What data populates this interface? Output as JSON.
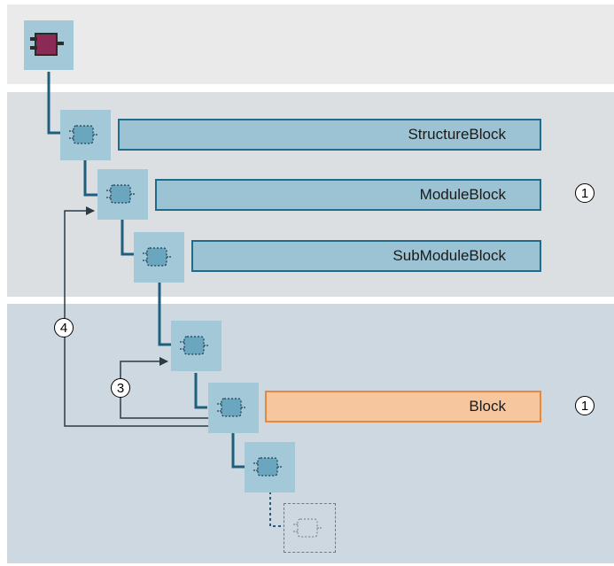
{
  "blocks": {
    "structure": "StructureBlock",
    "module": "ModuleBlock",
    "submodule": "SubModuleBlock",
    "block": "Block"
  },
  "callouts": {
    "one_a": "1",
    "one_b": "1",
    "three": "3",
    "four": "4"
  },
  "colors": {
    "connector": "#1f5f7e",
    "arrow": "#2b3a44",
    "label_fill": "#9cc3d4",
    "label_border": "#1f6b8a",
    "highlight_fill": "#f6c79f",
    "highlight_border": "#e8883f",
    "root_block": "#8b2a55"
  }
}
